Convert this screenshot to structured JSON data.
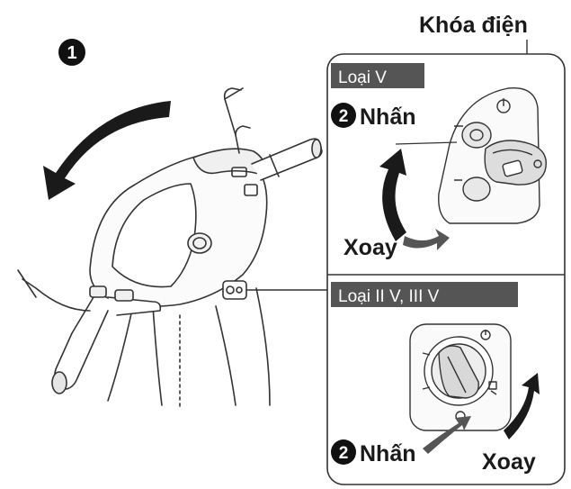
{
  "step1": {
    "number": "1"
  },
  "ignition_title": "Khóa điện",
  "panel_top": {
    "tag": "Loại V",
    "step_number": "2",
    "press_label": "Nhấn",
    "turn_label": "Xoay",
    "switch_icon": "power-symbol-icon"
  },
  "panel_bottom": {
    "tag": "Loại II V, III V",
    "step_number": "2",
    "press_label": "Nhấn",
    "turn_label": "Xoay",
    "switch_icon": "power-symbol-icon"
  },
  "colors": {
    "ink": "#1a1a1a",
    "tag_bg": "#555555",
    "line": "#333333",
    "arrow_gray": "#555555"
  }
}
